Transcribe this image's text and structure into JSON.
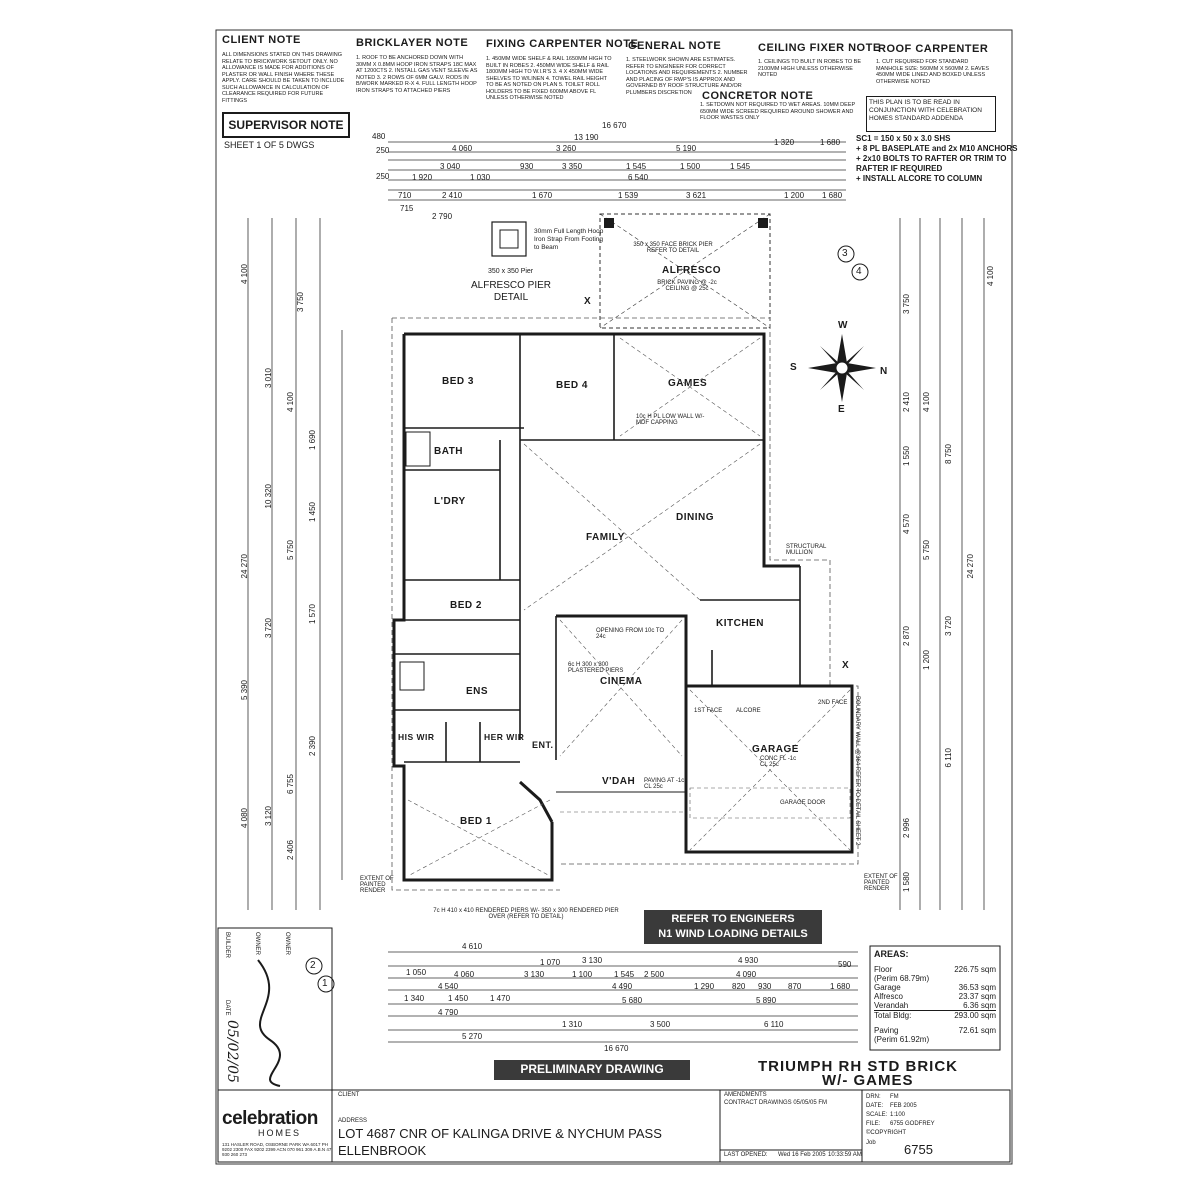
{
  "notes": {
    "client_note": {
      "title": "CLIENT NOTE",
      "body": "ALL DIMENSIONS STATED ON THIS DRAWING RELATE TO BRICKWORK SETOUT ONLY. NO ALLOWANCE IS MADE FOR ADDITIONS OF PLASTER OR WALL FINISH WHERE THESE APPLY. CARE SHOULD BE TAKEN TO INCLUDE SUCH ALLOWANCE IN CALCULATION OF CLEARANCE REQUIRED FOR FUTURE FITTINGS"
    },
    "bricklayer": {
      "title": "BRICKLAYER NOTE",
      "body": "1. ROOF TO BE ANCHORED DOWN WITH 30mm x 0.8mm HOOP IRON STRAPS 18c MAX AT 1200CTS 2. INSTALL GAS VENT SLEEVE AS NOTED 3. 2 ROWS OF 6mm GALV. RODS IN B/WORK MARKED R-X 4. FULL LENGTH HOOP IRON STRAPS TO ATTACHED PIERS"
    },
    "fixing_carpenter": {
      "title": "FIXING CARPENTER NOTE",
      "body": "1. 450mm WIDE SHELF & RAIL 1650mm HIGH TO BUILT IN ROBES 2. 450mm WIDE SHELF & RAIL 1800mm HIGH TO W.I.R'S 3. 4 x 450mm WIDE SHELVES TO W/LINEN 4. TOWEL RAIL HEIGHT TO BE AS NOTED ON PLAN 5. TOILET ROLL HOLDERS TO BE FIXED 600mm ABOVE FL UNLESS OTHERWISE NOTED"
    },
    "general": {
      "title": "GENERAL NOTE",
      "body": "1. STEELWORK SHOWN ARE ESTIMATES. REFER TO ENGINEER FOR CORRECT LOCATIONS AND REQUIREMENTS 2. NUMBER AND PLACING OF RWP'S IS APPROX AND GOVERNED BY ROOF STRUCTURE AND/OR PLUMBERS DISCRETION"
    },
    "ceiling_fixer": {
      "title": "CEILING FIXER NOTE",
      "body": "1. CEILINGS TO BUILT IN ROBES TO BE 2100mm HIGH UNLESS OTHERWISE NOTED"
    },
    "roof_carpenter": {
      "title": "ROOF CARPENTER",
      "body": "1. CUT REQUIRED FOR STANDARD MANHOLE SIZE: 560mm x 560mm 2. EAVES 450mm WIDE LINED AND BOXED UNLESS OTHERWISE NOTED"
    },
    "concretor": {
      "title": "CONCRETOR NOTE",
      "body": "1. SETDOWN NOT REQUIRED TO WET AREAS. 10mm DEEP 650mm WIDE SCREED REQUIRED AROUND SHOWER AND FLOOR WASTES ONLY"
    },
    "supervisor": "SUPERVISOR NOTE",
    "sheet": "SHEET 1 OF 5 DWGS",
    "conjunction": "THIS PLAN IS TO BE READ IN CONJUNCTION WITH CELEBRATION HOMES STANDARD ADDENDA",
    "sc1": [
      "SC1 = 150 x 50 x 3.0 SHS",
      "+ 8 PL BASEPLATE and 2x M10 ANCHORS",
      "+ 2x10 BOLTS TO RAFTER OR TRIM TO",
      "RAFTER IF REQUIRED",
      "+ INSTALL ALCORE TO COLUMN"
    ]
  },
  "pier_detail": {
    "strap": "30mm Full Length Hoop Iron Strap From Footing to Beam",
    "pier": "350 x 350 Pier",
    "title": "ALFRESCO PIER DETAIL"
  },
  "rooms": {
    "bed3": "BED 3",
    "bed4": "BED 4",
    "games": "GAMES",
    "bath": "BATH",
    "ldry": "L'DRY",
    "family": "FAMILY",
    "dining": "DINING",
    "bed2": "BED 2",
    "kitchen": "KITCHEN",
    "cinema": "CINEMA",
    "ens": "ENS",
    "his_wir": "HIS WIR",
    "her_wir": "HER WIR",
    "ent": "ENT.",
    "vdah": "V'DAH",
    "garage": "GARAGE",
    "bed1": "BED 1",
    "alfresco": "ALFRESCO"
  },
  "labels": {
    "alfresco_sub": "BRICK PAVING @ -2c CEILING @ 25c",
    "pier350": "350 x 350 FACE BRICK PIER REFER TO DETAIL",
    "cinema_open": "OPENING FROM 10c TO 24c",
    "cinema_piers": "6c H 300 x 300 PLASTERED PIERS",
    "garage_sub": "CONC FL -1c CL 25c",
    "vdah_sub": "PAVING AT -1c CL 25c",
    "engineers": "REFER TO ENGINEERS",
    "wind": "N1 WIND LOADING DETAILS",
    "piers_note": "7c H 410 x 410 RENDERED PIERS W/- 350 x 300 RENDERED PIER OVER (REFER TO DETAIL)",
    "extent_render": "EXTENT OF PAINTED RENDER",
    "boundary": "BOUNDARY WALL @364 REFER TO DETAIL SHEET 2",
    "games_wall": "10c H PL LOW WALL W/- MDF CAPPING",
    "structural_mullion": "STRUCTURAL MULLION",
    "alcore": "ALCORE",
    "first_face": "1ST FACE",
    "second_face": "2ND FACE",
    "garage_door": "GARAGE DOOR",
    "x": "X",
    "compass": [
      "N",
      "S",
      "E",
      "W"
    ]
  },
  "dims": {
    "top_overall": "16 670",
    "top_second": "13 190",
    "top_row1": [
      "4 060",
      "3 260",
      "5 190",
      "1 320",
      "1 680"
    ],
    "top_row2": [
      "3 040",
      "930",
      "3 350",
      "1 545",
      "1 500",
      "1 545"
    ],
    "top_row3": [
      "1 920",
      "1 030",
      "6 540"
    ],
    "top_row4": [
      "2 410",
      "1 670",
      "1 539",
      "3 621",
      "1 200",
      "1 680"
    ],
    "top_small": [
      "480",
      "250",
      "250",
      "710",
      "715",
      "2 790"
    ],
    "bot_overall": "16 670",
    "bot_row1": [
      "4 610",
      "3 130",
      "4 930"
    ],
    "bot_row2": [
      "1 050",
      "4 060",
      "3 130",
      "1 070",
      "1 100",
      "1 545",
      "2 500",
      "4 090",
      "590"
    ],
    "bot_row3": [
      "4 540",
      "4 490",
      "1 290",
      "820",
      "930",
      "870",
      "1 680"
    ],
    "bot_row4": [
      "1 340",
      "1 450",
      "1 470",
      "5 680",
      "5 890"
    ],
    "bot_row5": [
      "4 790",
      "1 310",
      "3 500",
      "6 110"
    ],
    "bot_row6": [
      "5 270"
    ],
    "left_overall": "24 270",
    "left_inner": "10 320",
    "left_lower": "5 390",
    "left_cols": [
      "4 100",
      "3 750",
      "3 010",
      "4 100",
      "1 690",
      "1 450",
      "5 750",
      "3 720",
      "1 570",
      "2 390",
      "6 755",
      "4 080",
      "3 120",
      "2 406"
    ],
    "right_overall": "24 270",
    "right_upper": "8 750",
    "right_lower": "6 110",
    "right_cols": [
      "4 100",
      "3 750",
      "2 410",
      "4 100",
      "1 550",
      "4 570",
      "5 750",
      "3 720",
      "2 870",
      "1 200",
      "2 996",
      "1 580"
    ]
  },
  "areas": {
    "title": "AREAS:",
    "rows": [
      {
        "label": "Floor",
        "value": "226.75 sqm"
      },
      {
        "label": "(Perim 68.79m)",
        "value": ""
      },
      {
        "label": "Garage",
        "value": "36.53 sqm"
      },
      {
        "label": "Alfresco",
        "value": "23.37 sqm"
      },
      {
        "label": "Verandah",
        "value": "6.36 sqm"
      },
      {
        "label": "Total Bldg:",
        "value": "293.00 sqm"
      },
      {
        "label": "Paving",
        "value": "72.61 sqm"
      },
      {
        "label": "(Perim 61.92m)",
        "value": ""
      }
    ]
  },
  "titles": {
    "design": "TRIUMPH RH STD BRICK",
    "variant": "W/- GAMES",
    "preliminary": "PRELIMINARY DRAWING"
  },
  "sheet_circles": [
    "2",
    "1",
    "3",
    "4"
  ],
  "title_block": {
    "brand": "celebration",
    "brand_sub": "HOMES",
    "address_small": "131 HASLER ROAD, OSBORNE PARK WA 6017 PH 9202 2300 FAX 9202 2399 ACN 070 961 309 A.B.N 47 930 260 273",
    "client_label": "CLIENT",
    "address_label": "ADDRESS",
    "lot_line1": "LOT 4687 CNR OF KALINGA DRIVE & NYCHUM PASS",
    "lot_line2": "ELLENBROOK",
    "amendments": "AMENDMENTS",
    "amend1": "CONTRACT DRAWINGS 05/05/05 FM",
    "last_opened_label": "LAST OPENED:",
    "last_opened": "Wed 16 Feb 2005",
    "time": "10:33:59 AM",
    "drn_label": "DRN:",
    "drn": "FM",
    "date_label": "DATE:",
    "date": "FEB 2005",
    "scale_label": "SCALE:",
    "scale": "1:100",
    "file_label": "FILE:",
    "file": "6755 GODFREY",
    "copyright": "©COPYRIGHT",
    "job_label": "Job",
    "job": "6755",
    "side_labels": [
      "BUILDER",
      "OWNER",
      "OWNER",
      "DATE"
    ],
    "signature_date": "05/02/05"
  }
}
